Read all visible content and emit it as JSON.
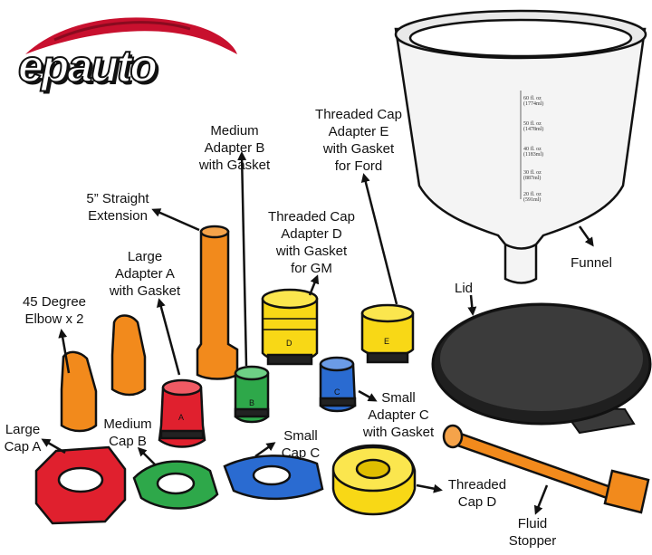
{
  "brand": {
    "logo_text": "epauto",
    "accent": "#c8102e"
  },
  "funnel": {
    "scale": [
      {
        "label": "60 fl. oz",
        "sub": "(1774ml)"
      },
      {
        "label": "50 fl. oz",
        "sub": "(1478ml)"
      },
      {
        "label": "40 fl. oz",
        "sub": "(1183ml)"
      },
      {
        "label": "30 fl. oz",
        "sub": "(887ml)"
      },
      {
        "label": "20 fl. oz",
        "sub": "(591ml)"
      }
    ]
  },
  "parts": {
    "funnel": "Funnel",
    "lid": "Lid",
    "threaded_adapter_e": "Threaded Cap\nAdapter E\nwith Gasket\nfor Ford",
    "threaded_adapter_d": "Threaded Cap\nAdapter D\nwith Gasket\nfor GM",
    "medium_adapter_b": "Medium\nAdapter B\nwith Gasket",
    "straight_extension": "5” Straight\nExtension",
    "large_adapter_a": "Large\nAdapter A\nwith Gasket",
    "elbow": "45 Degree\nElbow x 2",
    "large_cap_a": "Large\nCap A",
    "medium_cap_b": "Medium\nCap B",
    "small_cap_c": "Small\nCap C",
    "small_adapter_c": "Small\nAdapter C\nwith Gasket",
    "threaded_cap_d": "Threaded\nCap D",
    "fluid_stopper": "Fluid\nStopper"
  },
  "adapter_letters": {
    "a": "A",
    "b": "B",
    "c": "C",
    "d": "D",
    "e": "E"
  },
  "colors": {
    "orange": "#f28a1c",
    "red": "#e0202e",
    "green": "#2ea84a",
    "blue": "#2a6bd1",
    "yellow": "#f8d816",
    "lid": "#2a2a2a"
  }
}
